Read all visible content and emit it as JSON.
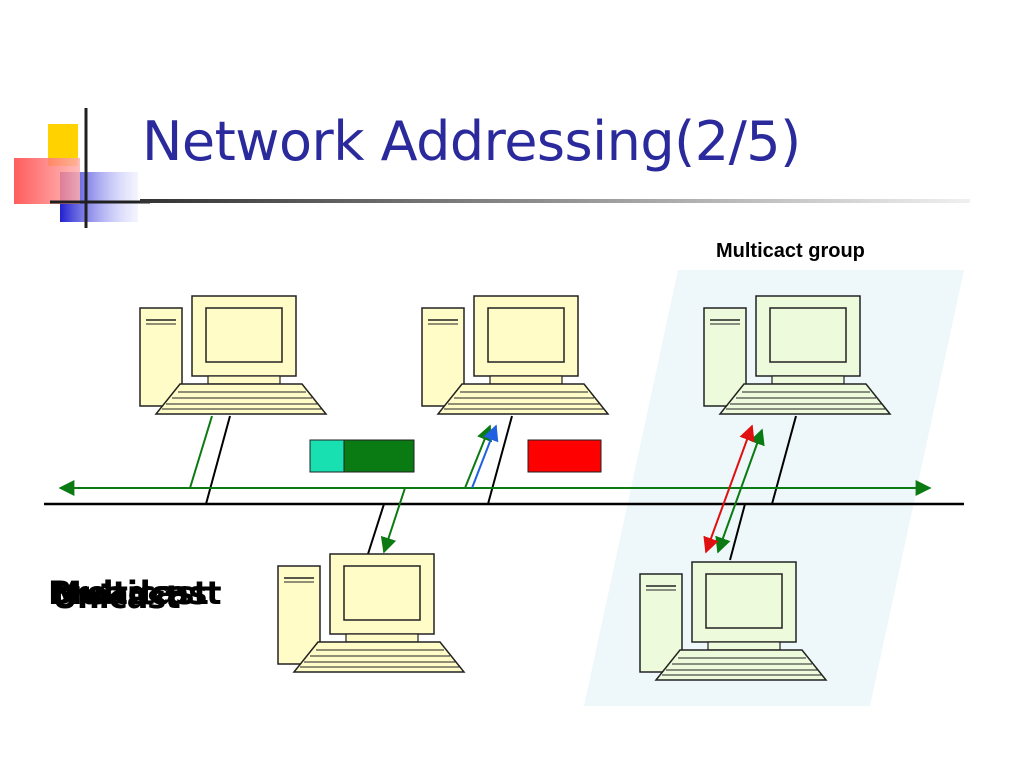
{
  "slide": {
    "title": "Network Addressing(2/5)",
    "multicast_group_label": "Multicact group",
    "overlapping_labels": [
      "Broadcast",
      "Multicast",
      "Unicast"
    ]
  },
  "diagram": {
    "computers": [
      "pc-top-left",
      "pc-top-middle",
      "pc-top-right",
      "pc-bottom-middle",
      "pc-bottom-right"
    ],
    "packets": [
      {
        "name": "packet-cyan",
        "color": "#18e0b0"
      },
      {
        "name": "packet-green",
        "color": "#0a7a12"
      },
      {
        "name": "packet-red",
        "color": "#ff0000"
      }
    ],
    "colors": {
      "title": "#2a2a9c",
      "broadcast_arrow": "#0b7a12",
      "unicast_arrow": "#1f5fe0",
      "multicast_arrow": "#e01010",
      "multicast_area": "#eef8fa",
      "computer_fill": "#fffcc8",
      "computer_fill_group": "#eefadc"
    }
  }
}
